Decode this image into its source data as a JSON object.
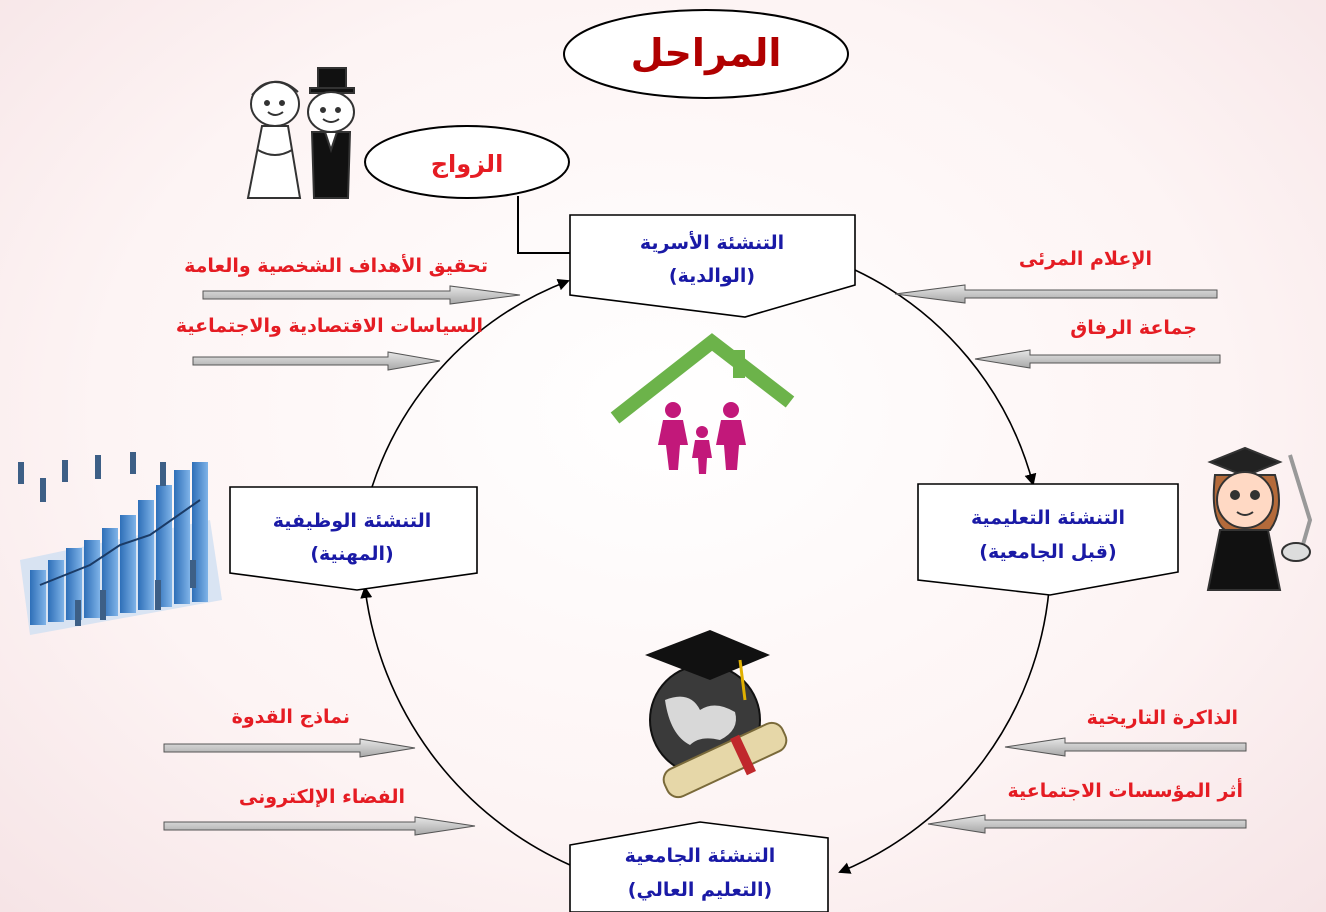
{
  "title": "المراحل",
  "marriage": "الزواج",
  "stages": {
    "family": {
      "line1": "التنشئة الأسرية",
      "line2": "(الوالدية)"
    },
    "education": {
      "line1": "التنشئة التعليمية",
      "line2": "(قبل الجامعية)"
    },
    "university": {
      "line1": "التنشئة الجامعية",
      "line2": "(التعليم العالي)"
    },
    "career": {
      "line1": "التنشئة الوظيفية",
      "line2": "(المهنية)"
    }
  },
  "influences": {
    "personal_goals": "تحقيق الأهداف الشخصية والعامة",
    "policies": "السياسات الاقتصادية والاجتماعية",
    "visual_media": "الإعلام المرئى",
    "peers": "جماعة الرفاق",
    "role_models": "نماذج القدوة",
    "cyberspace": "الفضاء الإلكترونى",
    "historical_memory": "الذاكرة التاريخية",
    "institutions": "أثر المؤسسات الاجتماعية"
  },
  "colors": {
    "title_red": "#b00000",
    "influence_red": "#e51c23",
    "stage_blue": "#1a1aa6",
    "house_green": "#6cb34a",
    "family_pink": "#c2187a",
    "arrow_gray": "#c9c9c9"
  }
}
